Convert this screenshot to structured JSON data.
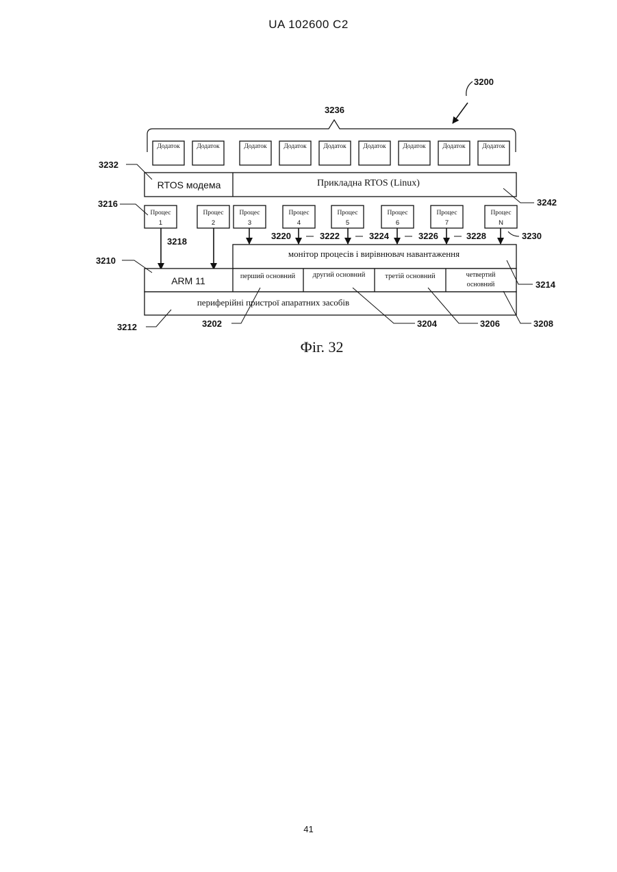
{
  "header": {
    "doc_id": "UA   102600   C2"
  },
  "page_number": "41",
  "figure": {
    "caption": "Фіг. 32",
    "refs": {
      "r3200": "3200",
      "r3236": "3236",
      "r3232": "3232",
      "r3242": "3242",
      "r3216": "3216",
      "r3218": "3218",
      "r3210": "3210",
      "r3212": "3212",
      "r3202": "3202",
      "r3204": "3204",
      "r3206": "3206",
      "r3208": "3208",
      "r3214": "3214",
      "r3220": "3220",
      "r3222": "3222",
      "r3224": "3224",
      "r3226": "3226",
      "r3228": "3228",
      "r3230": "3230"
    },
    "apps": [
      "Додаток",
      "Додаток",
      "Додаток",
      "Додаток",
      "Додаток",
      "Додаток",
      "Додаток",
      "Додаток",
      "Додаток"
    ],
    "rtos_modem": "RTOS модема",
    "app_rtos": "Прикладна RTOS (Linux)",
    "processes": [
      {
        "label": "Процес",
        "num": "1"
      },
      {
        "label": "Процес",
        "num": "2"
      },
      {
        "label": "Процес",
        "num": "3"
      },
      {
        "label": "Процес",
        "num": "4"
      },
      {
        "label": "Процес",
        "num": "5"
      },
      {
        "label": "Процес",
        "num": "6"
      },
      {
        "label": "Процес",
        "num": "7"
      },
      {
        "label": "Процес",
        "num": "N"
      }
    ],
    "monitor": "монітор процесів і вирівнювач навантаження",
    "arm": "ARM 11",
    "cores": [
      "перший основний",
      "другий основний",
      "третій основний",
      "четвертий основний"
    ],
    "peripherals": "периферійні пристрої апаратних засобів"
  }
}
